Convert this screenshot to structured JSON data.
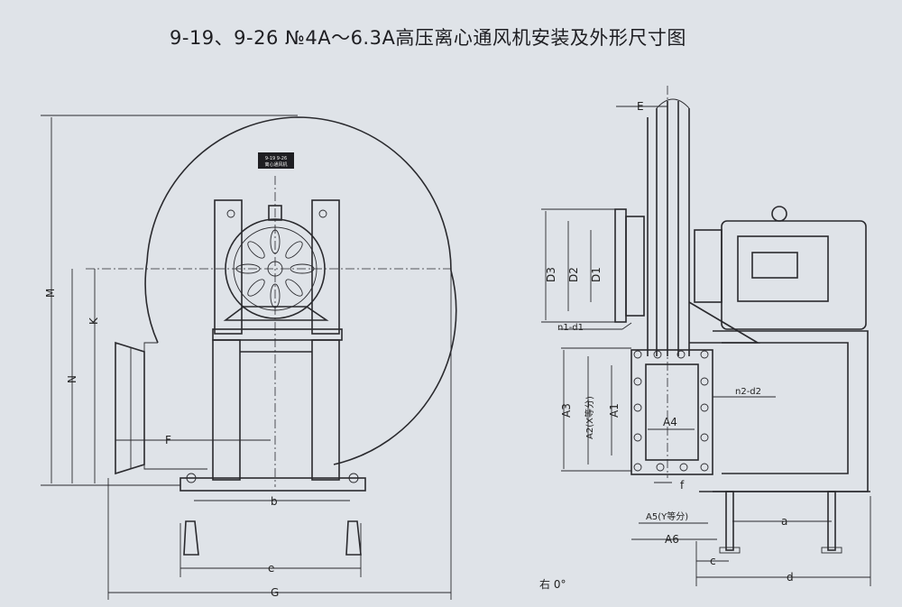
{
  "title": "9-19、9-26 №4A～6.3A高压离心通风机安装及外形尺寸图",
  "nameplate": {
    "line1": "9-19 9-26",
    "line2": "离心通风机"
  },
  "front_view_labels": {
    "M": "M",
    "K": "K",
    "N": "N",
    "F": "F",
    "b": "b",
    "e": "e",
    "G": "G"
  },
  "side_view_labels": {
    "E": "E",
    "D3": "D3",
    "D2": "D2",
    "D1": "D1",
    "n1_d1": "n1-d1",
    "n2_d2": "n2-d2",
    "A3": "A3",
    "A2": "A2(X等分)",
    "A1": "A1",
    "A4": "A4",
    "f": "f",
    "A5": "A5(Y等分)",
    "A6": "A6",
    "a": "a",
    "c": "c",
    "d": "d"
  },
  "rotation_note": "右 0°"
}
